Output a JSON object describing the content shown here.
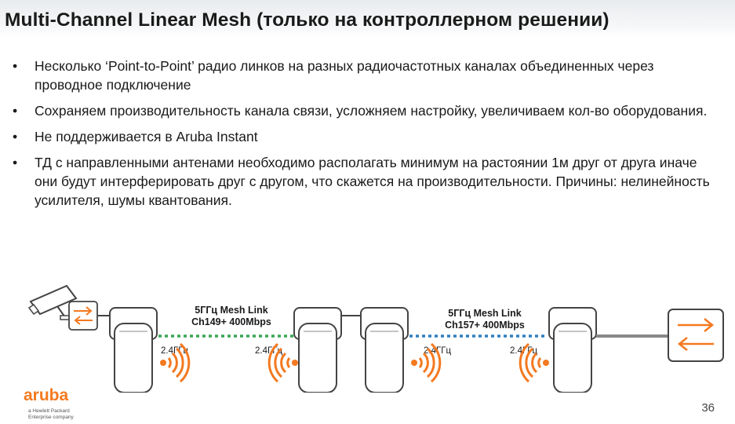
{
  "slide": {
    "title": "Multi-Channel Linear Mesh (только на контроллерном решении)",
    "bullet_symbol": "•",
    "bullets": [
      "Несколько ‘Point-to-Point’ радио линков на разных радиочастотных каналах объединенных через проводное подключение",
      "Сохраняем производительность канала связи, усложняем настройку, увеличиваем кол-во оборудования.",
      "Не поддерживается в Aruba Instant",
      "ТД с направленными антенами необходимо располагать минимум на растоянии 1м друг от друга иначе они будут интерферировать друг с другом, что скажется на производительности.  Причины: нелинейность усилителя, шумы квантования."
    ],
    "page_number": "36"
  },
  "diagram": {
    "link1": {
      "line1": "5ГГц Mesh Link",
      "line2": "Ch149+ 400Mbps",
      "color": "#3aa655"
    },
    "link2": {
      "line1": "5ГГц Mesh Link",
      "line2": "Ch157+ 400Mbps",
      "color": "#2f7fbf"
    },
    "band_labels": [
      "2.4ГГц",
      "2.4ГГц",
      "2.4ГГц",
      "2.4ГГц"
    ],
    "wave_color": "#f47920",
    "icons": [
      "camera-icon",
      "switch-icon",
      "access-point-icon",
      "wifi-signal-icon"
    ]
  },
  "branding": {
    "logo_text": "aruba",
    "logo_subtext": "a Hewlett Packard Enterprise company",
    "accent": "#f47920"
  }
}
